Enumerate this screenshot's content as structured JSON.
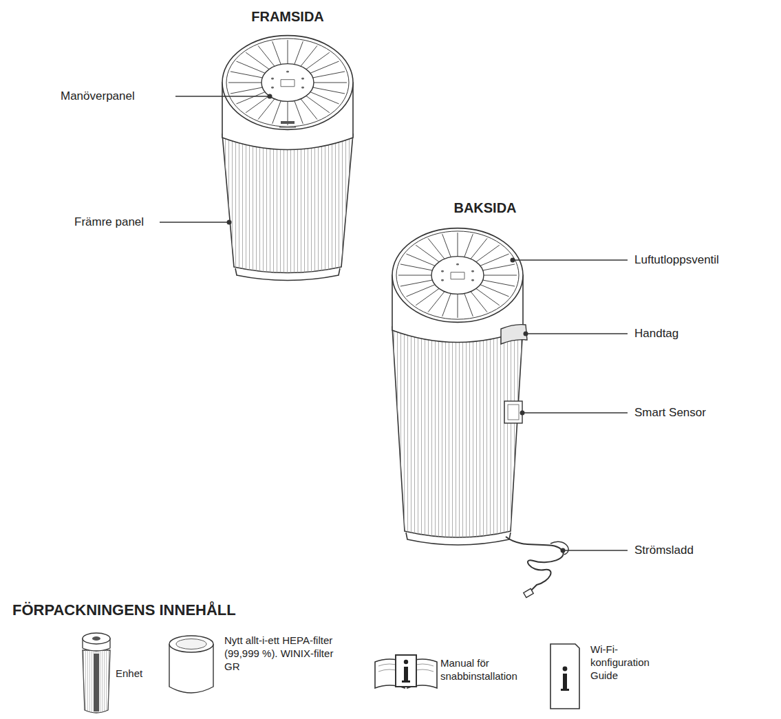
{
  "diagram": {
    "labels": [
      "FRAMSIDA",
      "Manöverpanel",
      "Främre panel",
      "BAKSIDA",
      "Luftutloppsventil",
      "Handtag",
      "Smart Sensor",
      "Strömsladd",
      "FÖRPACKNINGENS INNEHÅLL",
      "Enhet",
      "Nytt allt-i-ett HEPA-filter (99,999 %). WINIX-filter GR",
      "Manual för snabbinstallation",
      "Wi-Fi- konfiguration Guide"
    ]
  }
}
